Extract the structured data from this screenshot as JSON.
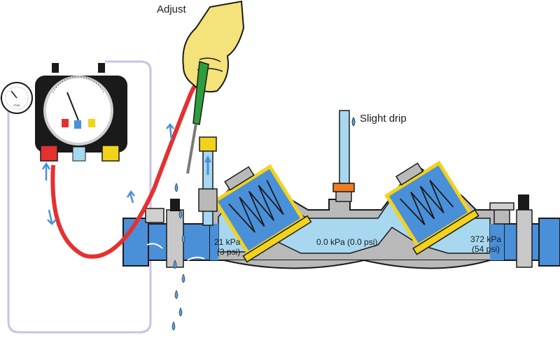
{
  "labels": {
    "adjust": "Adjust",
    "slight_drip": "Slight drip",
    "zone_inlet_kpa": "21 kPa",
    "zone_inlet_psi": "(3 psi)",
    "zone_middle": "0.0 kPa (0.0 psi)",
    "zone_outlet_kpa": "372 kPa",
    "zone_outlet_psi": "(54 psi)",
    "small_gauge": "PSID"
  },
  "colors": {
    "water_dark": "#4a90d9",
    "water_light": "#a8d8f0",
    "hose_red": "#e53030",
    "hand_yellow": "#f4e27a",
    "screwdriver_green": "#2e9e3a",
    "valve_yellow": "#f2d21c",
    "body_gray": "#b9b9b9",
    "outline": "#1a1a1a",
    "drip_blue": "#5aa0e0"
  },
  "icons": {
    "hand": "hand-icon",
    "screwdriver": "screwdriver-icon",
    "gauge": "differential-gauge-icon",
    "spring": "spring-icon",
    "drop": "water-drop-icon"
  }
}
